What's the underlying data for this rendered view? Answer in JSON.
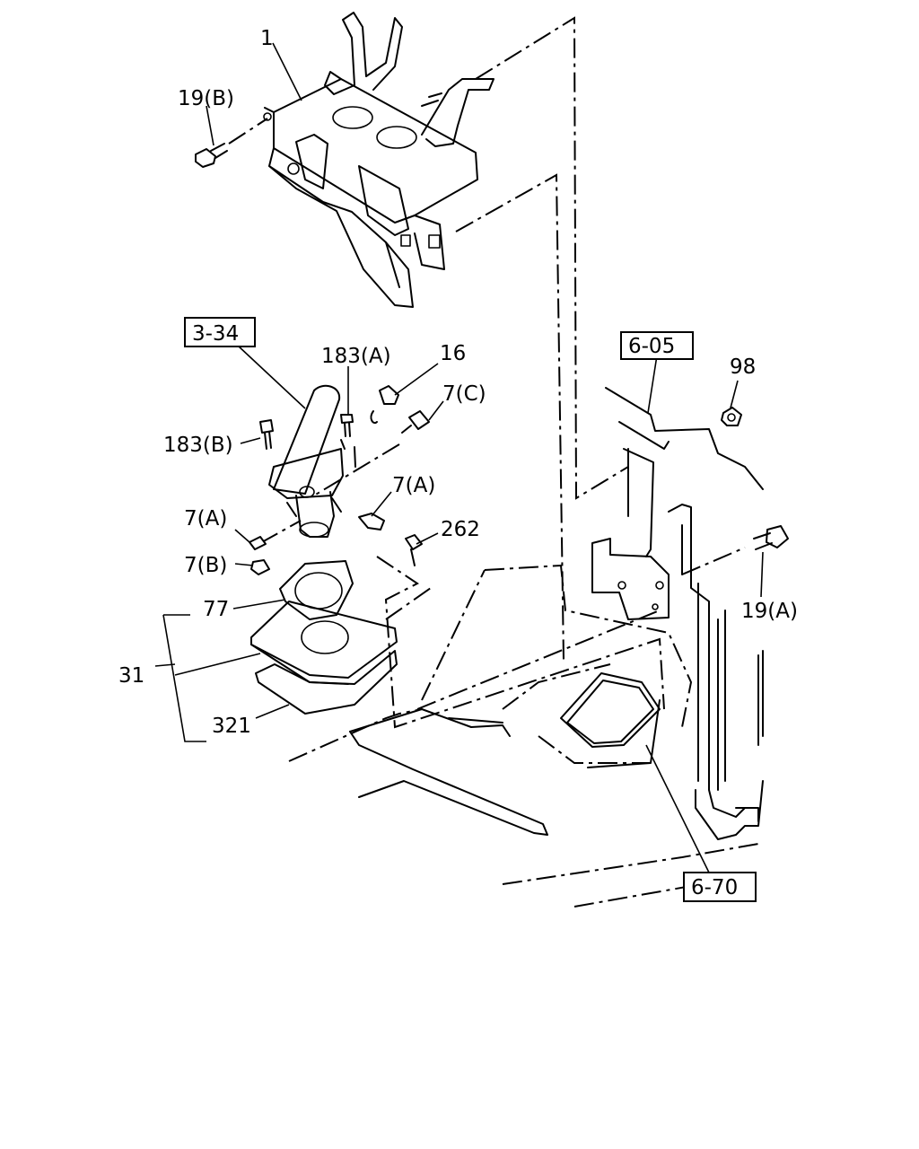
{
  "callouts": {
    "c1": "1",
    "c19b": "19(B)",
    "c334": "3-34",
    "c183a": "183(A)",
    "c16": "16",
    "c7c": "7(C)",
    "c183b": "183(B)",
    "c7a_right": "7(A)",
    "c7a_left": "7(A)",
    "c262": "262",
    "c7b": "7(B)",
    "c77": "77",
    "c31": "31",
    "c321": "321",
    "c605": "6-05",
    "c98": "98",
    "c19a": "19(A)",
    "c670": "6-70"
  }
}
